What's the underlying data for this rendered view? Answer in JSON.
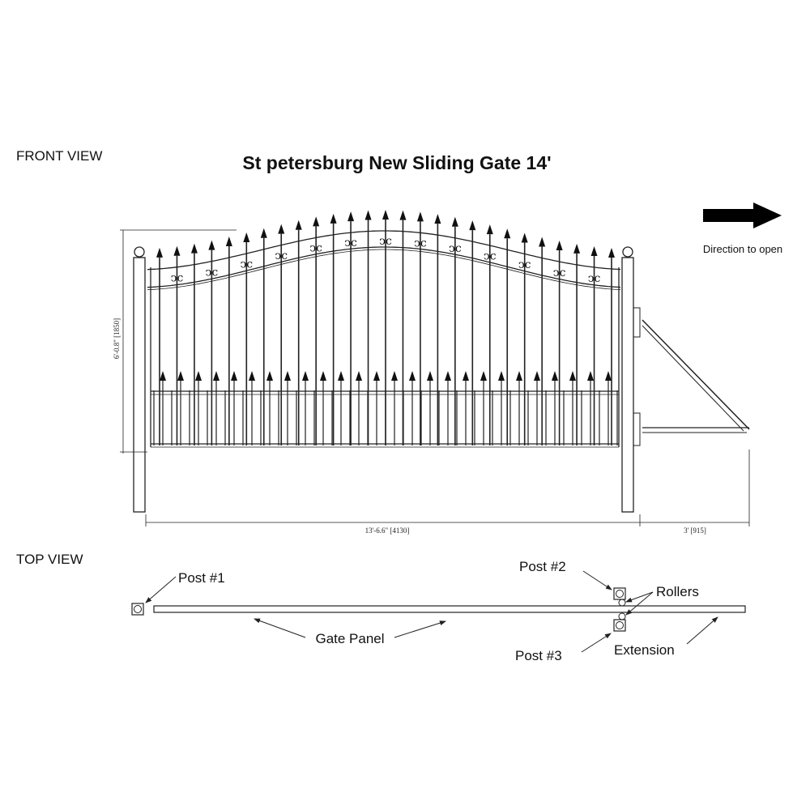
{
  "title": "St petersburg New Sliding Gate 14'",
  "front_view_label": "FRONT VIEW",
  "top_view_label": "TOP  VIEW",
  "direction_label": "Direction to open",
  "dimensions": {
    "height": "6'-0.8\" [1850]",
    "width": "13'-6.6\" [4130]",
    "extension": "3'  [915]"
  },
  "top_view": {
    "post1": "Post #1",
    "post2": "Post #2",
    "post3": "Post #3",
    "rollers": "Rollers",
    "gate_panel": "Gate Panel",
    "extension": "Extension"
  },
  "colors": {
    "line": "#222222",
    "arrow": "#000000"
  }
}
